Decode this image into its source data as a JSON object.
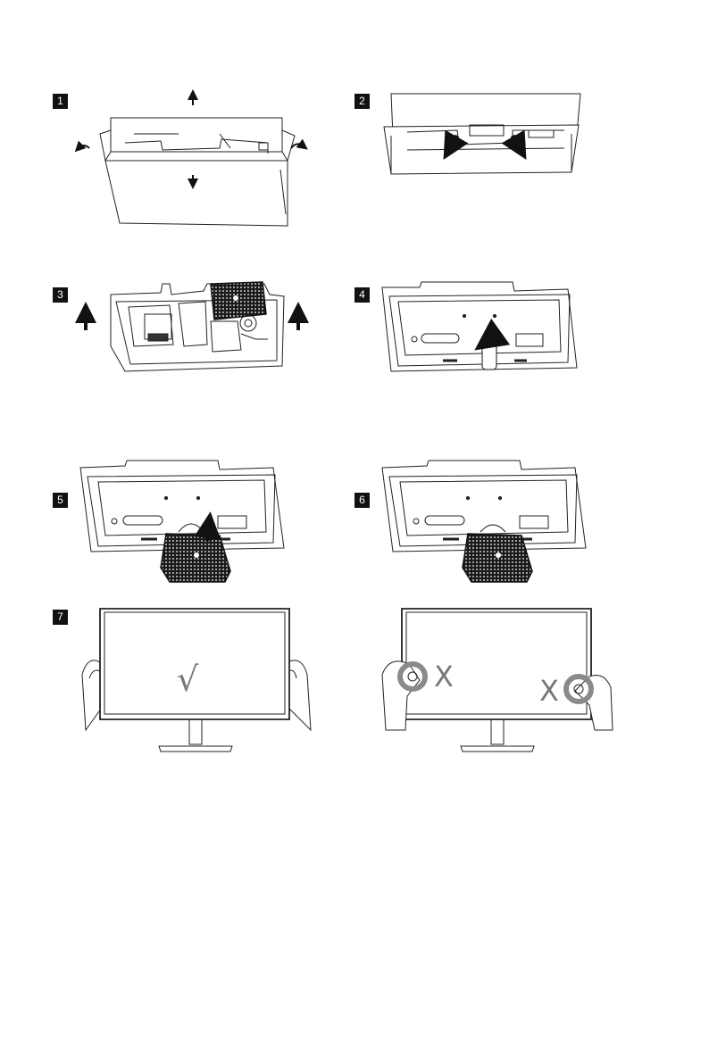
{
  "steps": [
    {
      "number": "1"
    },
    {
      "number": "2"
    },
    {
      "number": "3"
    },
    {
      "number": "4"
    },
    {
      "number": "5"
    },
    {
      "number": "6"
    },
    {
      "number": "7"
    }
  ],
  "marks": {
    "correct": "√",
    "wrong": "X"
  }
}
